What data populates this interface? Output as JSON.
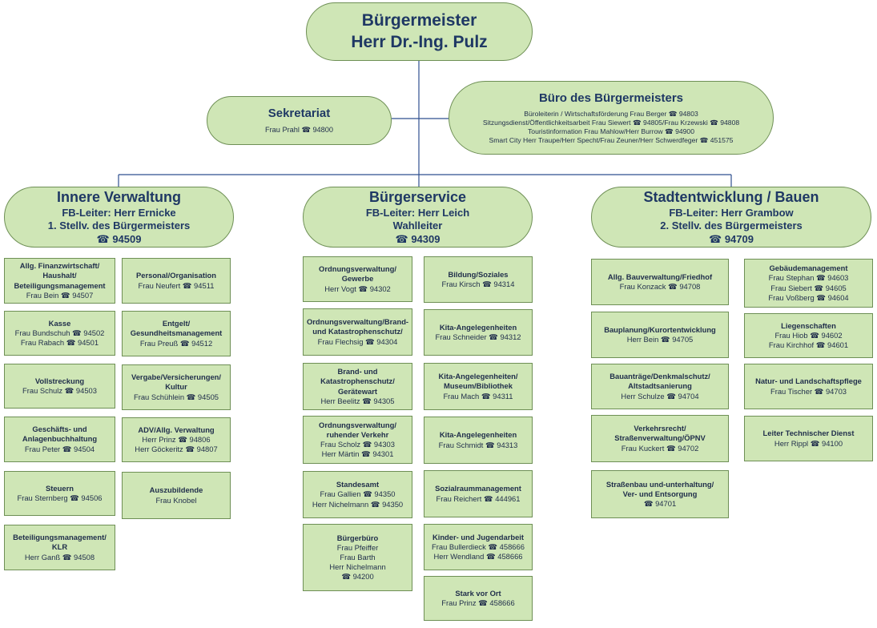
{
  "phone_glyph": "☎",
  "mayor": {
    "title": "Bürgermeister",
    "name": "Herr Dr.-Ing. Pulz"
  },
  "sekretariat": {
    "title": "Sekretariat",
    "line": "Frau Prahl ☎ 94800"
  },
  "buero": {
    "title": "Büro des Bürgermeisters",
    "lines": [
      "Büroleiterin / Wirtschaftsförderung Frau Berger ☎ 94803",
      "Sitzungsdienst/Öffentlichkeitsarbeit Frau Siewert ☎ 94805/Frau Krzewski ☎ 94808",
      "Touristinformation Frau Mahlow/Herr Burrow ☎ 94900",
      "Smart City Herr Traupe/Herr Specht/Frau Zeuner/Herr Schwerdfeger ☎ 451575"
    ]
  },
  "departments": [
    {
      "title": "Innere Verwaltung",
      "lines": [
        "FB-Leiter: Herr Ernicke",
        "1. Stellv. des Bürgermeisters"
      ],
      "phone": "☎  94509"
    },
    {
      "title": "Bürgerservice",
      "lines": [
        "FB-Leiter: Herr Leich",
        "Wahlleiter"
      ],
      "phone": "☎  94309"
    },
    {
      "title": "Stadtentwicklung / Bauen",
      "lines": [
        "FB-Leiter: Herr Grambow",
        "2. Stellv. des Bürgermeisters"
      ],
      "phone": "☎  94709"
    }
  ],
  "units": {
    "iv_a": [
      {
        "title": "Allg. Finanzwirtschaft/\nHaushalt/\nBeteiligungsmanagement",
        "lines": [
          "Frau Bein ☎ 94507"
        ]
      },
      {
        "title": "Kasse",
        "lines": [
          "Frau Bundschuh ☎ 94502",
          "Frau Rabach ☎ 94501"
        ]
      },
      {
        "title": "Vollstreckung",
        "lines": [
          "Frau Schulz ☎ 94503"
        ]
      },
      {
        "title": "Geschäfts- und\nAnlagenbuchhaltung",
        "lines": [
          "Frau Peter ☎ 94504"
        ]
      },
      {
        "title": "Steuern",
        "lines": [
          "Frau Sternberg ☎ 94506"
        ]
      },
      {
        "title": "Beteiligungsmanagement/\nKLR",
        "lines": [
          "Herr Ganß ☎ 94508"
        ]
      }
    ],
    "iv_b": [
      {
        "title": "Personal/Organisation",
        "lines": [
          "Frau Neufert ☎ 94511"
        ]
      },
      {
        "title": "Entgelt/\nGesundheitsmanagement",
        "lines": [
          "Frau Preuß ☎ 94512"
        ]
      },
      {
        "title": "Vergabe/Versicherungen/\nKultur",
        "lines": [
          "Frau Schühlein ☎ 94505"
        ]
      },
      {
        "title": "ADV/Allg. Verwaltung",
        "lines": [
          "Herr Prinz ☎ 94806",
          "Herr Göckeritz ☎ 94807"
        ]
      },
      {
        "title": "Auszubildende",
        "lines": [
          "Frau Knobel"
        ]
      }
    ],
    "bs_a": [
      {
        "title": "Ordnungsverwaltung/\nGewerbe",
        "lines": [
          "Herr Vogt ☎ 94302"
        ]
      },
      {
        "title": "Ordnungsverwaltung/Brand-\nund Katastrophenschutz/",
        "lines": [
          "Frau Flechsig ☎ 94304"
        ]
      },
      {
        "title": "Brand- und\nKatastrophenschutz/\nGerätewart",
        "lines": [
          "Herr Beelitz ☎ 94305"
        ]
      },
      {
        "title": "Ordnungsverwaltung/\nruhender Verkehr",
        "lines": [
          "Frau Scholz ☎ 94303",
          "Herr Märtin ☎ 94301"
        ]
      },
      {
        "title": "Standesamt",
        "lines": [
          "Frau Gallien ☎ 94350",
          "Herr Nichelmann ☎ 94350"
        ]
      },
      {
        "title": "Bürgerbüro",
        "lines": [
          "Frau Pfeiffer",
          "Frau Barth",
          "Herr Nichelmann",
          "☎ 94200"
        ]
      }
    ],
    "bs_b": [
      {
        "title": "Bildung/Soziales",
        "lines": [
          "Frau Kirsch ☎ 94314"
        ]
      },
      {
        "title": "Kita-Angelegenheiten",
        "lines": [
          "Frau Schneider ☎ 94312"
        ]
      },
      {
        "title": "Kita-Angelegenheiten/\nMuseum/Bibliothek",
        "lines": [
          "Frau Mach ☎ 94311"
        ]
      },
      {
        "title": "Kita-Angelegenheiten",
        "lines": [
          "Frau Schmidt ☎ 94313"
        ]
      },
      {
        "title": "Sozialraummanagement",
        "lines": [
          "Frau Reichert ☎ 444961"
        ]
      },
      {
        "title": "Kinder- und Jugendarbeit",
        "lines": [
          "Frau Bullerdieck ☎ 458666",
          "Herr Wendland ☎ 458666"
        ]
      },
      {
        "title": "Stark vor Ort",
        "lines": [
          "Frau Prinz ☎ 458666"
        ]
      }
    ],
    "sb_a": [
      {
        "title": "Allg. Bauverwaltung/Friedhof",
        "lines": [
          "Frau Konzack ☎ 94708"
        ]
      },
      {
        "title": "Bauplanung/Kurortentwicklung",
        "lines": [
          "Herr Bein ☎ 94705"
        ]
      },
      {
        "title": "Bauanträge/Denkmalschutz/\nAltstadtsanierung",
        "lines": [
          "Herr Schulze ☎ 94704"
        ]
      },
      {
        "title": "Verkehrsrecht/\nStraßenverwaltung/ÖPNV",
        "lines": [
          "Frau Kuckert ☎ 94702"
        ]
      },
      {
        "title": "Straßenbau und-unterhaltung/\nVer- und Entsorgung",
        "lines": [
          "☎ 94701"
        ]
      }
    ],
    "sb_b": [
      {
        "title": "Gebäudemanagement",
        "lines": [
          "Frau Stephan ☎ 94603",
          "Frau Siebert ☎ 94605",
          "Frau Voßberg ☎ 94604"
        ]
      },
      {
        "title": "Liegenschaften",
        "lines": [
          "Frau Hiob ☎ 94602",
          "Frau Kirchhof ☎ 94601"
        ]
      },
      {
        "title": "Natur- und Landschaftspflege",
        "lines": [
          "Frau Tischer ☎ 94703"
        ]
      },
      {
        "title": "Leiter Technischer Dienst",
        "lines": [
          "Herr Rippl ☎ 94100"
        ]
      }
    ]
  },
  "colors": {
    "box_fill": "#cfe6b6",
    "box_border": "#6e8f55",
    "text": "#1f3864",
    "line": "#2f4f8f"
  }
}
